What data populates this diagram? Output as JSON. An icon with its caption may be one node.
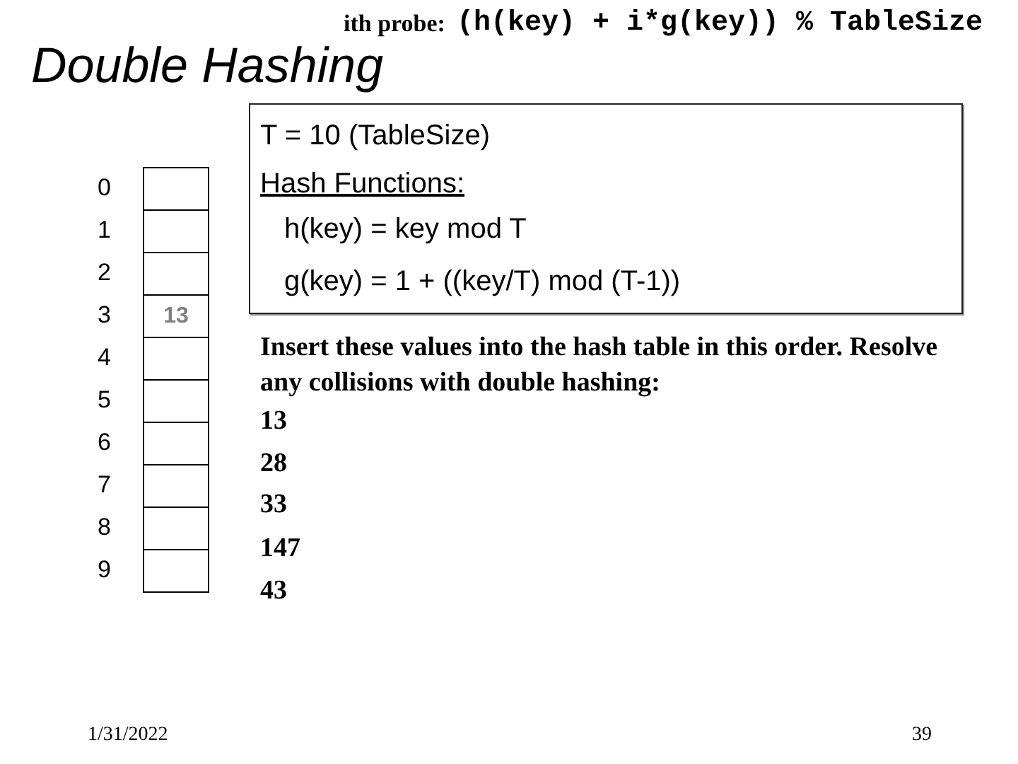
{
  "diagram": {
    "title": "Double Hashing",
    "nodes": [
      {
        "text": [],
        "shape": "box",
        "beside": [
          "0"
        ]
      },
      {
        "text": [],
        "shape": "box",
        "beside": [
          "1"
        ]
      },
      {
        "text": [],
        "shape": "box",
        "beside": [
          "2"
        ]
      },
      {
        "text": [
          "13"
        ],
        "beside": [
          "3"
        ]
      },
      {
        "text": [],
        "shape": "box",
        "beside": [
          "4"
        ]
      },
      {
        "text": [],
        "shape": "box",
        "beside": [
          "5"
        ]
      },
      {
        "text": [],
        "shape": "box",
        "beside": [
          "6"
        ]
      },
      {
        "text": [],
        "shape": "box",
        "beside": [
          "7"
        ]
      },
      {
        "text": [],
        "shape": "box",
        "beside": [
          "8"
        ]
      },
      {
        "text": [],
        "shape": "box",
        "beside": [
          "9"
        ]
      },
      {
        "text": [
          "T = 10 (TableSize)",
          "Hash Functions:",
          "h(key) = key mod T",
          "g(key) = 1 + ((key/T) mod (T-1))"
        ]
      }
    ],
    "labels": [
      "ith probe:",
      "(h(key) + i*g(key)) % TableSize",
      "Insert these values into the hash table in this order. Resolve any collisions with double hashing:",
      "13",
      "28",
      "33",
      "147",
      "43",
      "1/31/2022",
      "39"
    ]
  }
}
